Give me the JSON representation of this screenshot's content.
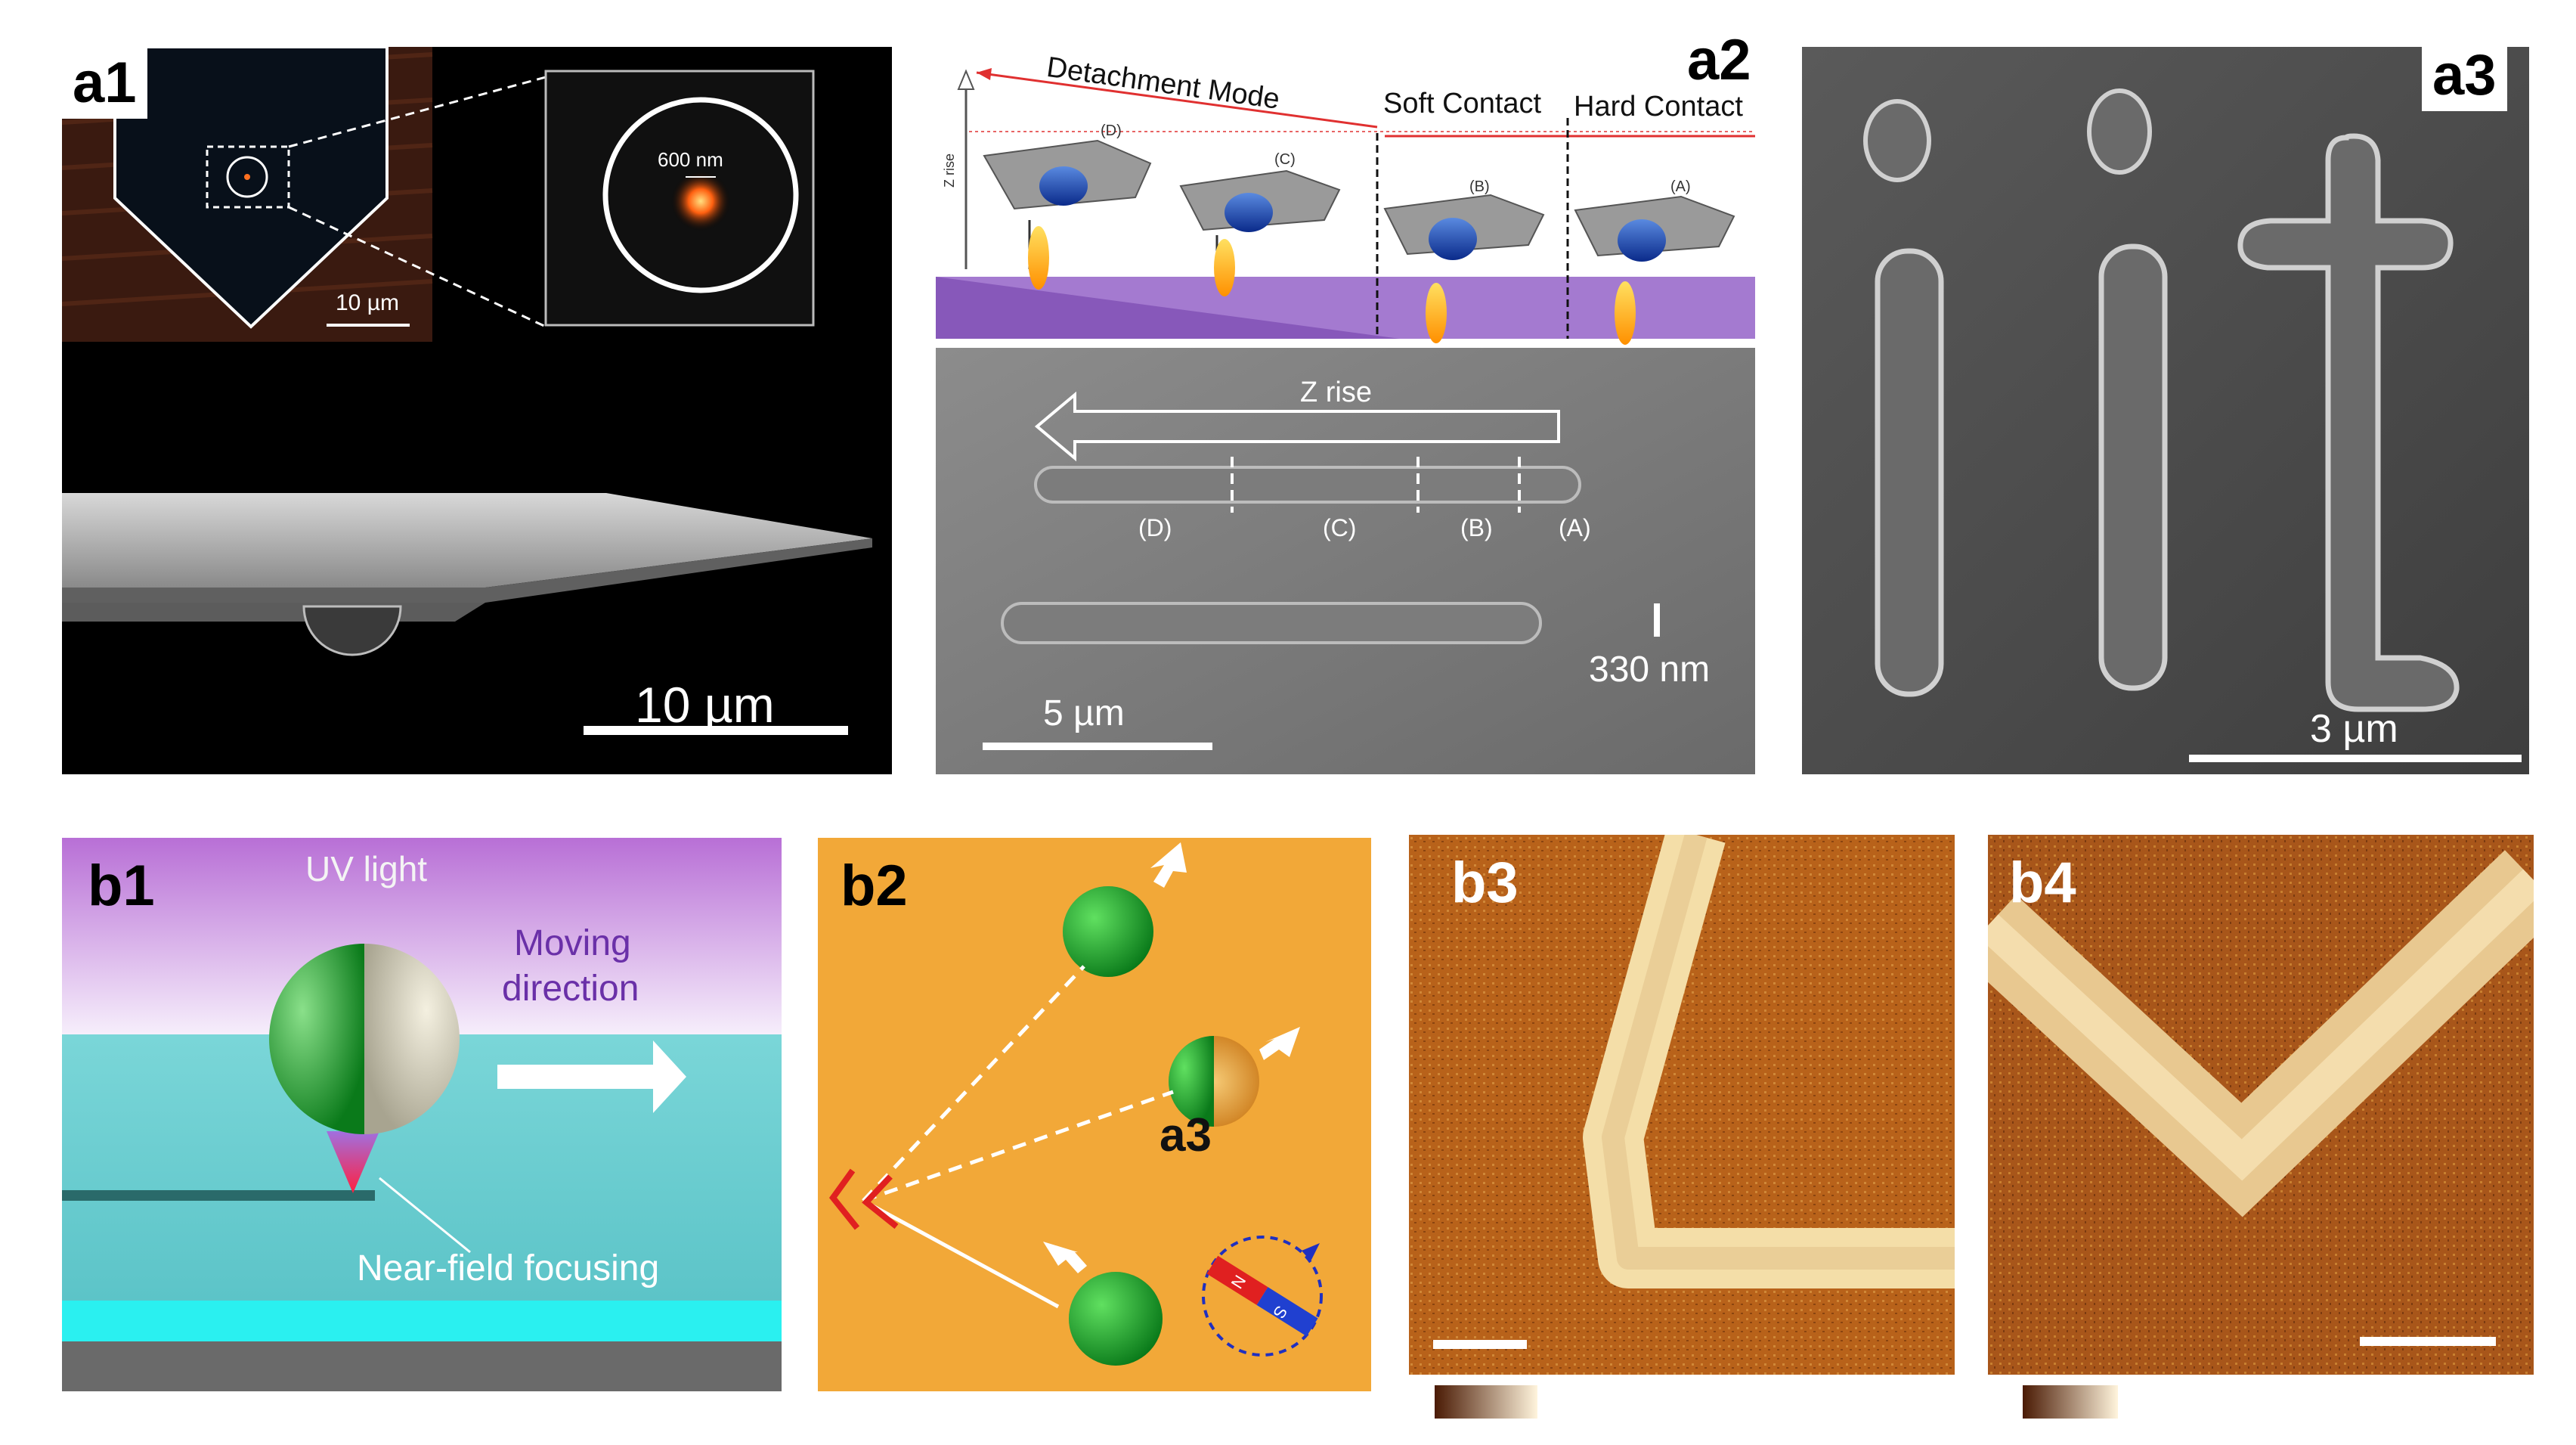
{
  "panels": {
    "a1": {
      "label": "a1",
      "inset_scale": "10 µm",
      "zoom_label": "600 nm",
      "scale": "10 µm"
    },
    "a2": {
      "label": "a2",
      "detachment": "Detachment Mode",
      "soft": "Soft Contact",
      "hard": "Hard Contact",
      "z_rise_axis": "Z rise",
      "stages_top": [
        "(D)",
        "(C)",
        "(B)",
        "(A)"
      ],
      "z_rise": "Z rise",
      "stages_bottom": [
        "(D)",
        "(C)",
        "(B)",
        "(A)"
      ],
      "height": "330 nm",
      "scale": "5 µm"
    },
    "a3": {
      "label": "a3",
      "scale": "3 µm"
    },
    "b1": {
      "label": "b1",
      "uv": "UV light",
      "moving": "Moving",
      "direction": "direction",
      "nearfield": "Near-field focusing"
    },
    "b2": {
      "label": "b2",
      "callout": "a3",
      "magnet_n": "N",
      "magnet_s": "S"
    },
    "b3": {
      "label": "b3"
    },
    "b4": {
      "label": "b4"
    }
  },
  "colors": {
    "uv_purple": "#b86fd6",
    "water_cyan": "#6fd4d6",
    "orange_bg": "#f2a838",
    "afm_brown": "#b8621a",
    "arrow_red": "#e02020"
  }
}
